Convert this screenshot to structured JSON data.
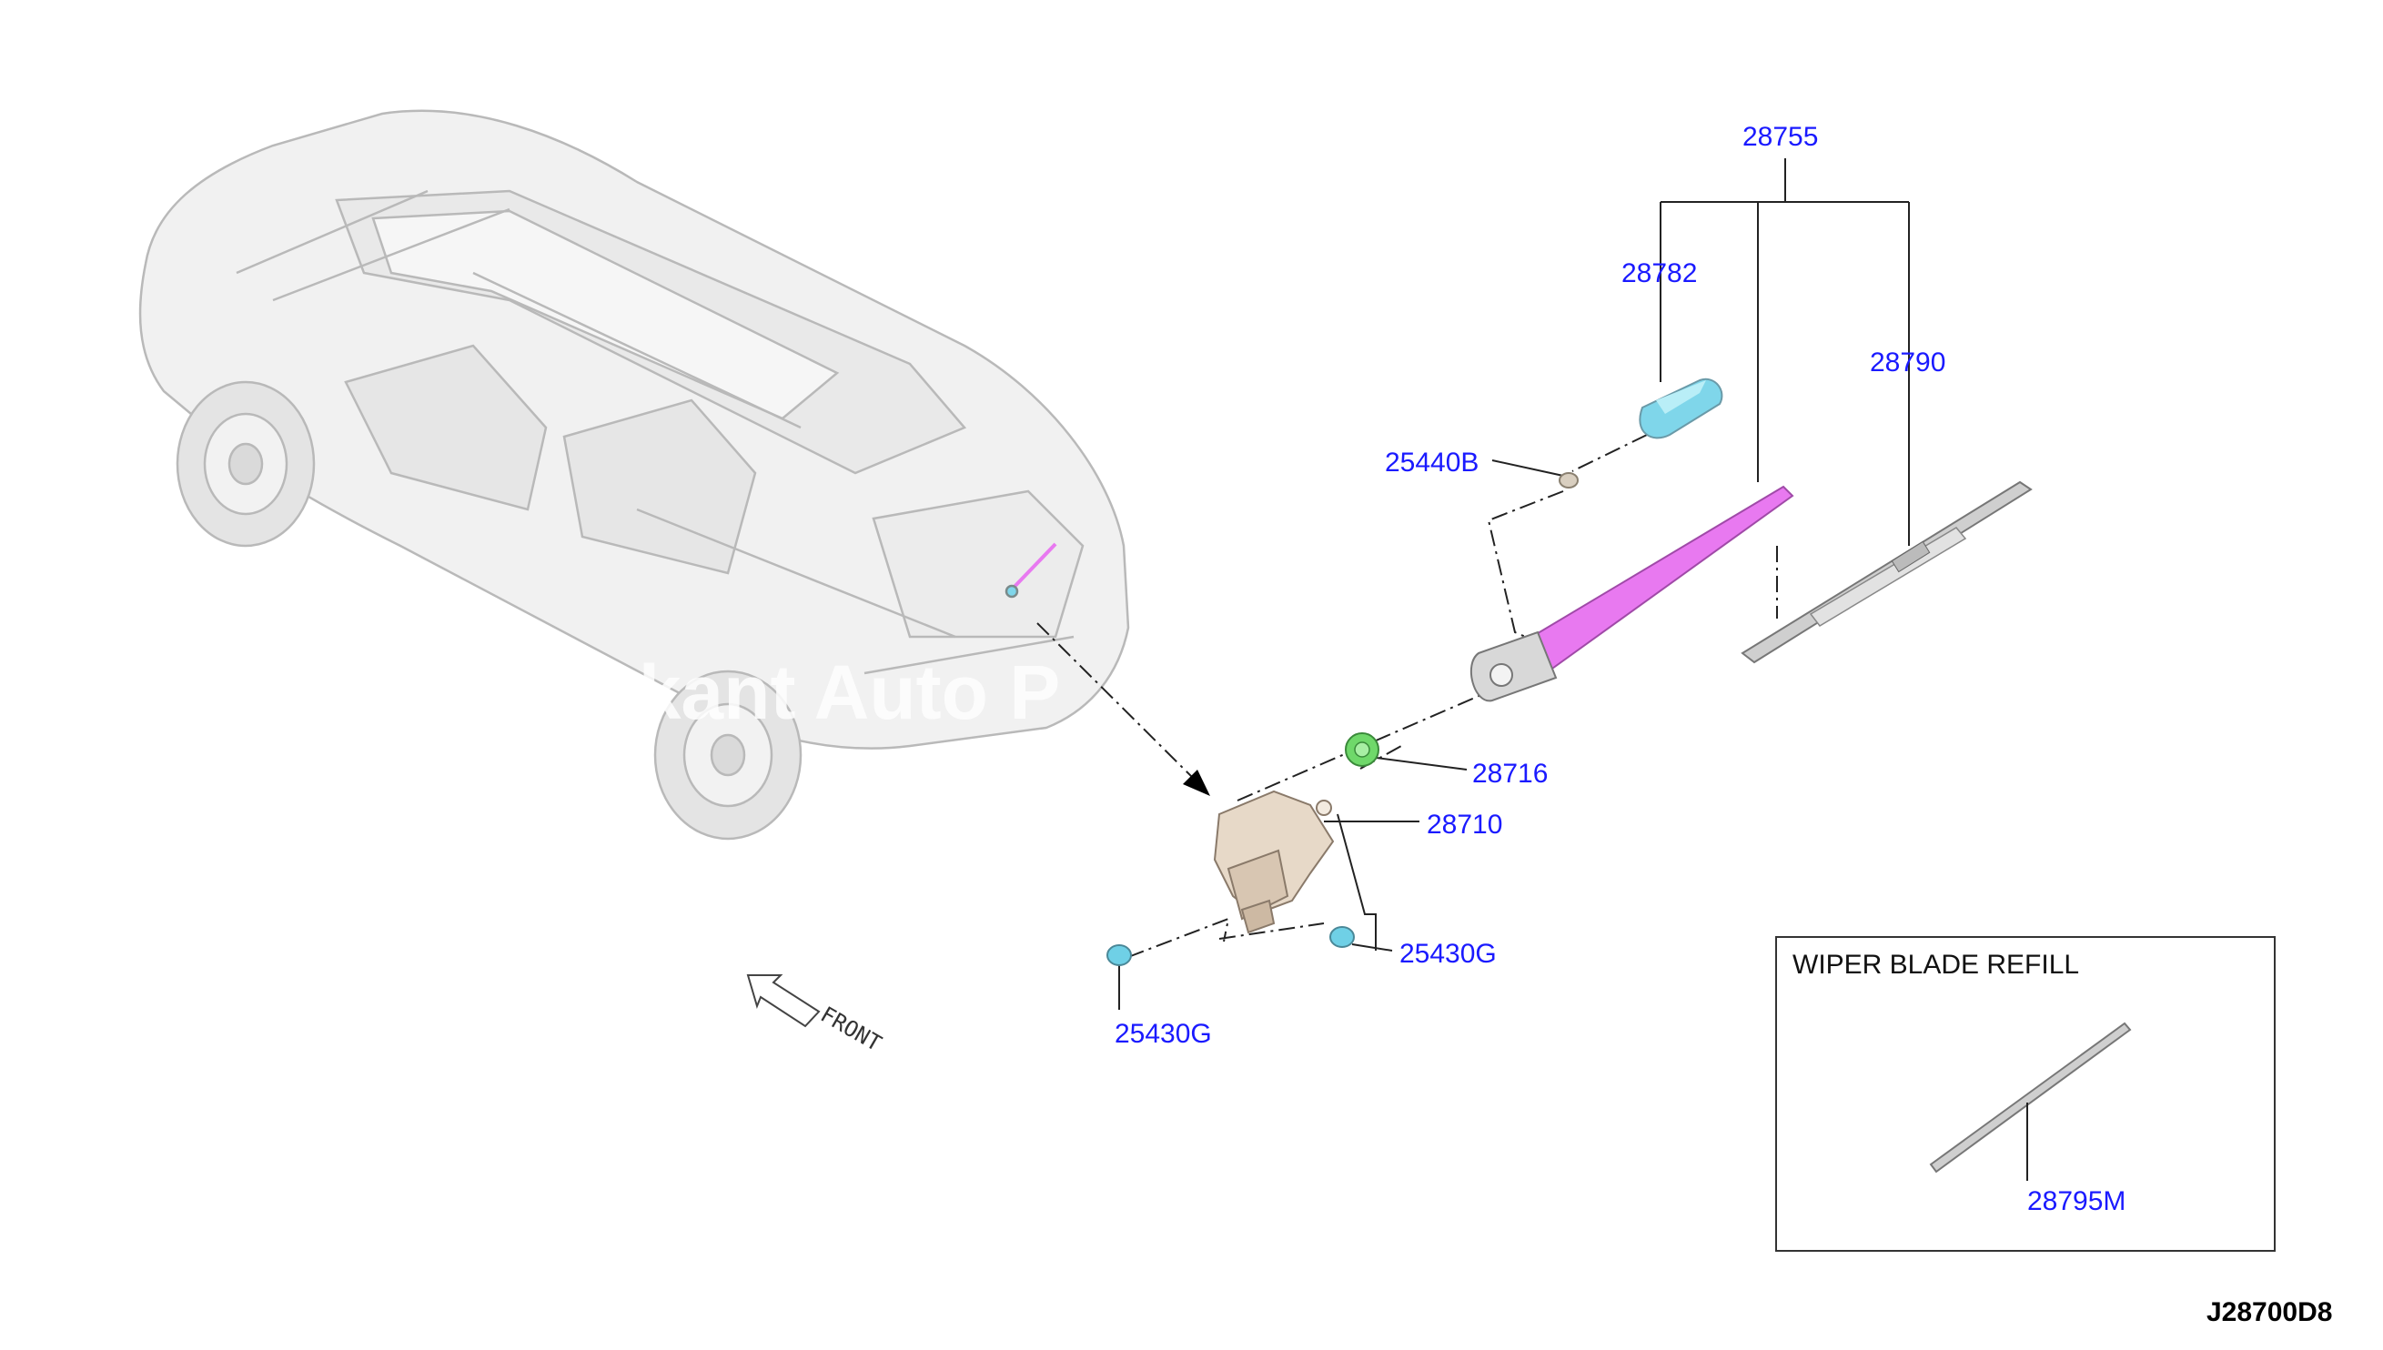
{
  "callouts": {
    "p28755": "28755",
    "p28782": "28782",
    "p28790": "28790",
    "p25440B": "25440B",
    "p28716": "28716",
    "p28710": "28710",
    "p25430G_right": "25430G",
    "p25430G_left": "25430G",
    "p28795M": "28795M"
  },
  "inset": {
    "title": "WIPER BLADE REFILL"
  },
  "front_label": "FRONT",
  "diagram_code": "J28700D8",
  "watermark": "ckant Auto P",
  "colors": {
    "callout": "#1a1aff",
    "wiper_arm": "#e879f0",
    "cap": "#7fd6ea",
    "seal": "#6fd86a",
    "grommet": "#6fd0e6"
  }
}
